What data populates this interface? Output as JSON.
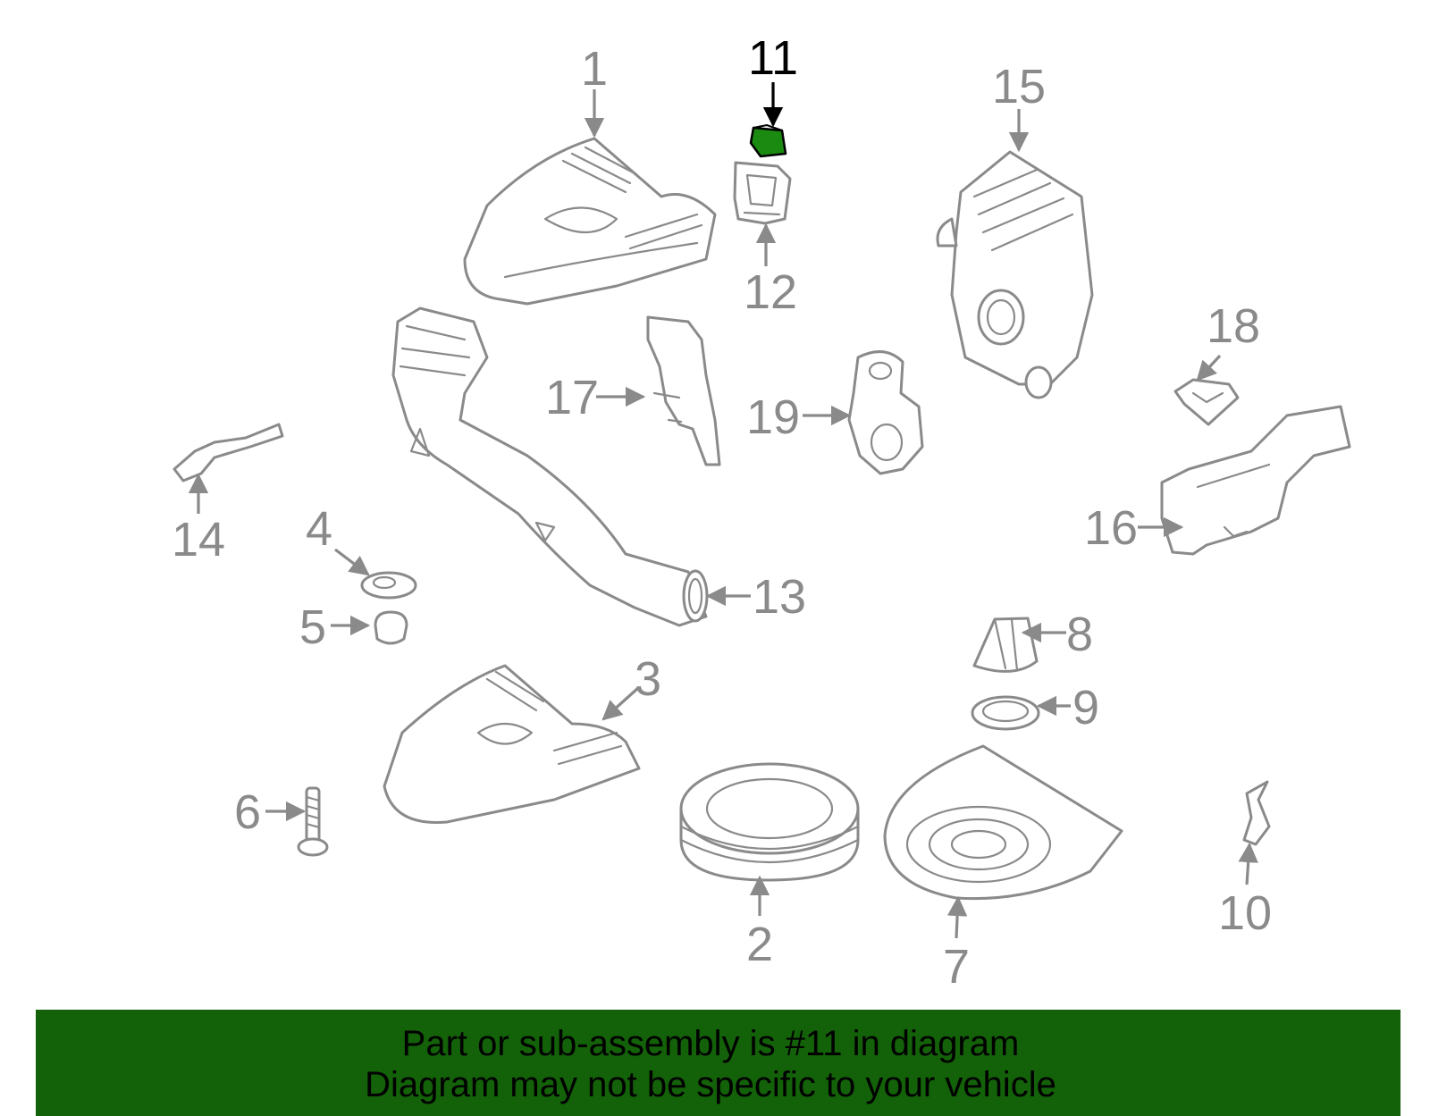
{
  "highlight_color": "#1b8a10",
  "banner_color": "#136108",
  "line_color": "#8a8a8a",
  "highlighted_part": "11",
  "callouts": [
    "1",
    "2",
    "3",
    "4",
    "5",
    "6",
    "7",
    "8",
    "9",
    "10",
    "11",
    "12",
    "13",
    "14",
    "15",
    "16",
    "17",
    "18",
    "19"
  ],
  "banner": {
    "line1": "Part or sub-assembly is #11 in diagram",
    "line2": "Diagram may not be specific to your vehicle"
  }
}
